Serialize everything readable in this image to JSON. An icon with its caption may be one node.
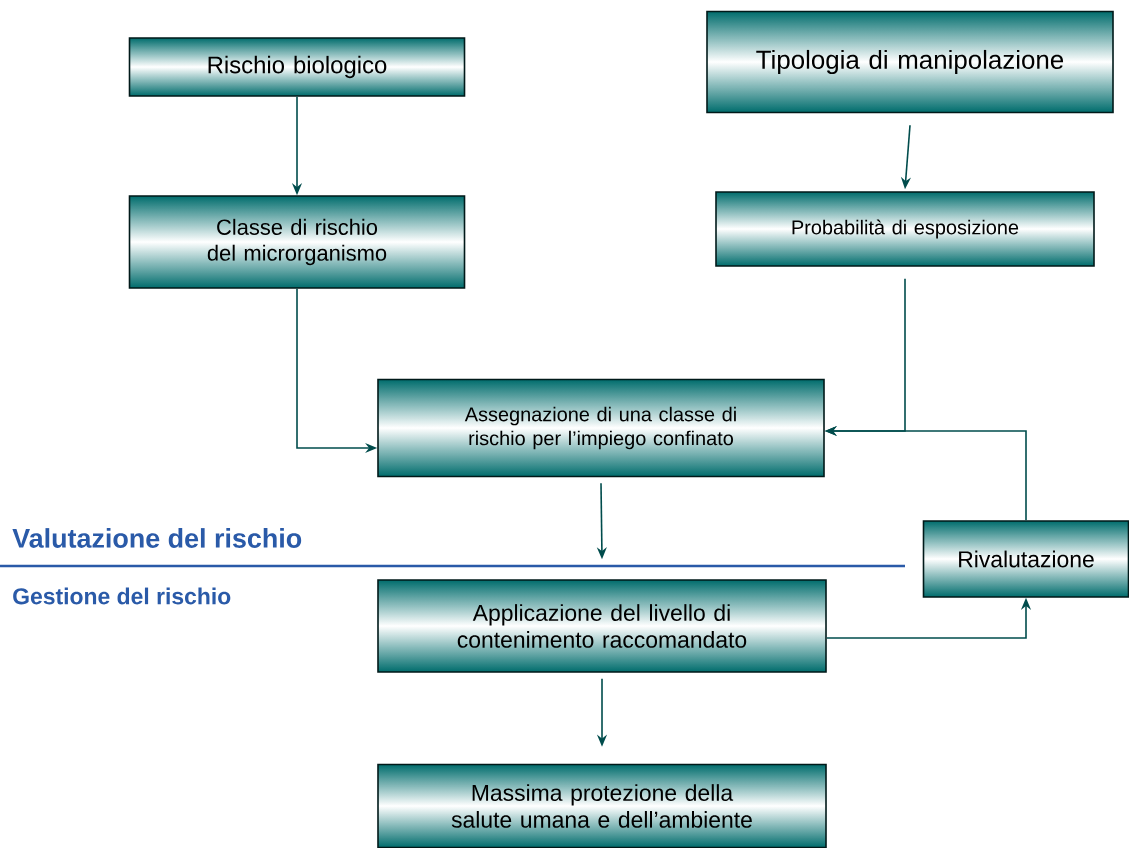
{
  "diagram": {
    "nodes": [
      {
        "text": [
          "Rischio biologico"
        ]
      },
      {
        "text": [
          "Classe di rischio del microrganismo"
        ]
      },
      {
        "text": [
          "Tipologia di manipolazione"
        ]
      },
      {
        "text": [
          "Probabilità di esposizione"
        ]
      },
      {
        "text": [
          "Assegnazione di una classe di rischio per l’impiego confinato"
        ]
      },
      {
        "text": [
          "Rivalutazione"
        ]
      },
      {
        "text": [
          "Applicazione del livello di contenimento raccomandato"
        ]
      },
      {
        "text": [
          "Massima protezione della salute umana e dell’ambiente"
        ]
      }
    ],
    "edges": [
      {
        "from": 0,
        "to": 1,
        "arrow": "to"
      },
      {
        "from": 2,
        "to": 3,
        "arrow": "to"
      },
      {
        "from": 1,
        "to": 4,
        "arrow": "to"
      },
      {
        "from": 3,
        "to": 4,
        "arrow": "to"
      },
      {
        "from": 5,
        "to": 4,
        "arrow": "to"
      },
      {
        "from": 4,
        "to": 6,
        "arrow": "to"
      },
      {
        "from": 6,
        "to": 5,
        "arrow": "to"
      },
      {
        "from": 6,
        "to": 7,
        "arrow": "to"
      }
    ],
    "labels": [
      "Valutazione del rischio",
      "Gestione del rischio"
    ]
  }
}
